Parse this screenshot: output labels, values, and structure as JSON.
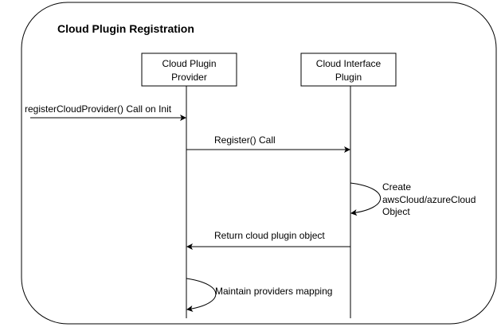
{
  "frame": {
    "title": "Cloud Plugin Registration"
  },
  "participants": [
    {
      "id": "provider",
      "line1": "Cloud Plugin",
      "line2": "Provider"
    },
    {
      "id": "interface",
      "line1": "Cloud Interface",
      "line2": "Plugin"
    }
  ],
  "messages": {
    "init_call": "registerCloudProvider() Call on Init",
    "register_call": "Register() Call",
    "create_line1": "Create",
    "create_line2": "awsCloud/azureCloud",
    "create_line3": "Object",
    "return_object": "Return cloud plugin object",
    "maintain_mapping": "Maintain providers mapping"
  },
  "colors": {
    "stroke": "#000000",
    "background": "#ffffff"
  }
}
